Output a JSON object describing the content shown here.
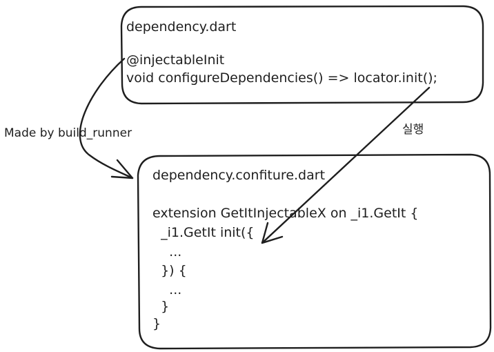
{
  "top_box": {
    "filename": "dependency.dart",
    "lines": [
      "@injectableInit",
      "void configureDependencies() => locator.init();"
    ]
  },
  "bottom_box": {
    "filename": "dependency.confiture.dart",
    "lines": [
      "extension GetItInjectableX on _i1.GetIt {",
      "  _i1.GetIt init({",
      "    ...",
      "  }) {",
      "    ...",
      "  }",
      "}"
    ]
  },
  "arrows": {
    "left_label": "Made by build_runner",
    "right_label": "실행"
  }
}
